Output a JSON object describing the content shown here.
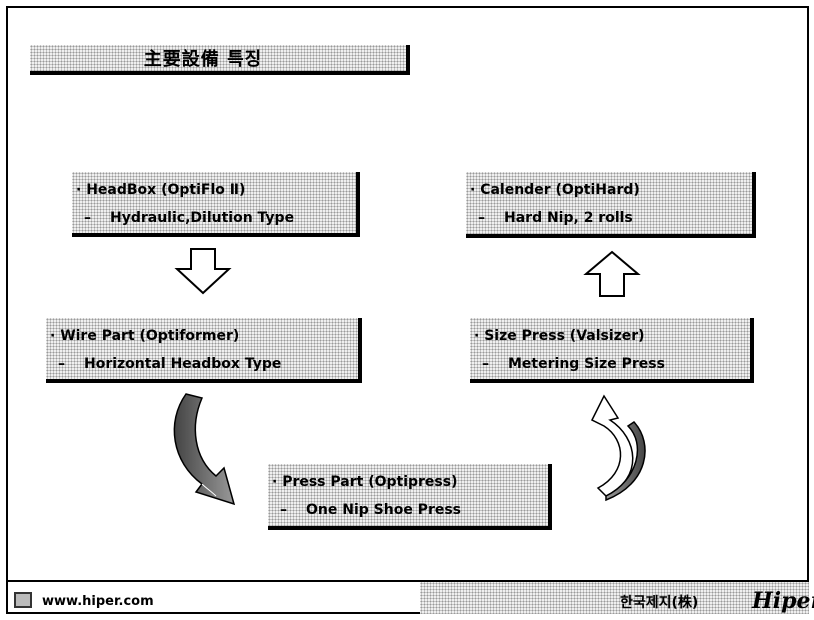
{
  "title": "主要設備 특징",
  "boxes": {
    "headbox": {
      "line1": "· HeadBox (OptiFlo Ⅱ)",
      "dash": "–",
      "line2": "Hydraulic,Dilution Type"
    },
    "wire": {
      "line1": "· Wire Part (Optiformer)",
      "dash": "–",
      "line2": "Horizontal Headbox Type"
    },
    "press": {
      "line1": "· Press Part (Optipress)",
      "dash": "–",
      "line2": "One Nip Shoe Press"
    },
    "size": {
      "line1": "· Size Press (Valsizer)",
      "dash": "–",
      "line2": "Metering Size Press"
    },
    "calender": {
      "line1": "· Calender (OptiHard)",
      "dash": "–",
      "line2": "Hard Nip, 2 rolls"
    }
  },
  "arrows": [
    {
      "name": "down-arrow",
      "direction": "down",
      "fill": "#ffffff"
    },
    {
      "name": "up-arrow",
      "direction": "up",
      "fill": "#ffffff"
    },
    {
      "name": "curved-arrow-left",
      "direction": "down-right",
      "fill": "#555555"
    },
    {
      "name": "curved-arrow-right",
      "direction": "up-left",
      "fill": "#555555"
    }
  ],
  "footer": {
    "url": "www.hiper.com",
    "company": "한국제지(株)",
    "brand": "Hiper"
  }
}
